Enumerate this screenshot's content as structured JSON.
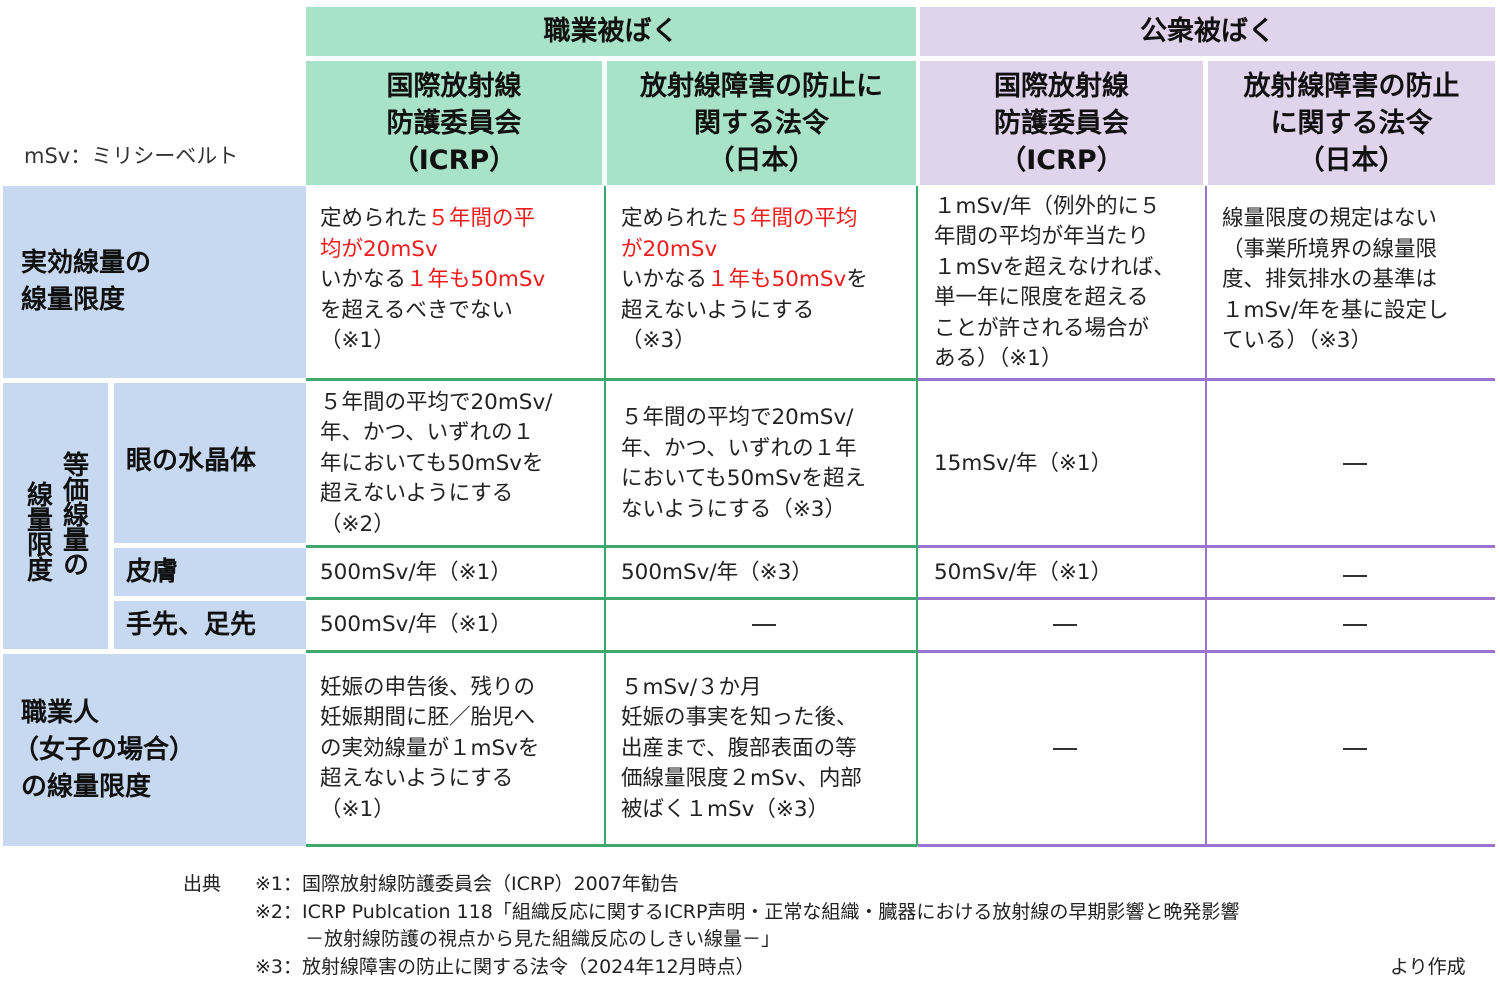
{
  "unit_note": "mSv：ミリシーベルト",
  "groups": {
    "occupational": "職業被ばく",
    "public": "公衆被ばく"
  },
  "columns": [
    {
      "lines": [
        "国際放射線",
        "防護委員会",
        "（ICRP）"
      ]
    },
    {
      "lines": [
        "放射線障害の防止に",
        "関する法令",
        "（日本）"
      ]
    },
    {
      "lines": [
        "国際放射線",
        "防護委員会",
        "（ICRP）"
      ]
    },
    {
      "lines": [
        "放射線障害の防止",
        "に関する法令",
        "（日本）"
      ]
    }
  ],
  "rows": {
    "effective": {
      "header": [
        "実効線量の",
        "線量限度"
      ],
      "cells": [
        {
          "l1a": "定められた",
          "l1b": "５年間の平",
          "l2": "均が20mSv",
          "l3a": "いかなる",
          "l3b": "１年も50mSv",
          "l4": "を超えるべきでない",
          "l5": "（※1）"
        },
        {
          "l1a": "定められた",
          "l1b": "５年間の平均",
          "l2": "が20mSv",
          "l3a": "いかなる",
          "l3b": "１年も50mSv",
          "l3c": "を",
          "l4": "超えないようにする",
          "l5": "（※3）"
        },
        {
          "lines": [
            "１mSv/年（例外的に５",
            "年間の平均が年当たり",
            "１mSvを超えなければ、",
            "単一年に限度を超える",
            "ことが許される場合が",
            "ある）（※1）"
          ]
        },
        {
          "lines": [
            "線量限度の規定はない",
            "（事業所境界の線量限",
            "度、排気排水の基準は",
            "１mSv/年を基に設定し",
            "ている）（※3）"
          ]
        }
      ]
    },
    "equivalent": {
      "group_header": [
        "等価線量の",
        "線量限度"
      ],
      "group_col1": "等価線量の",
      "group_col2": "線量限度",
      "lens": {
        "header": "眼の水晶体",
        "cells": [
          {
            "lines": [
              "５年間の平均で20mSv/",
              "年、かつ、いずれの１",
              "年においても50mSvを",
              "超えないようにする",
              "（※2）"
            ]
          },
          {
            "lines": [
              "５年間の平均で20mSv/",
              "年、かつ、いずれの１年",
              "においても50mSvを超え",
              "ないようにする（※3）"
            ]
          },
          {
            "lines": [
              "15mSv/年（※1）"
            ]
          },
          {
            "dash": "—"
          }
        ]
      },
      "skin": {
        "header": "皮膚",
        "cells": [
          {
            "lines": [
              "500mSv/年（※1）"
            ]
          },
          {
            "lines": [
              "500mSv/年（※3）"
            ]
          },
          {
            "lines": [
              "50mSv/年（※1）"
            ]
          },
          {
            "dash": "—"
          }
        ]
      },
      "extremities": {
        "header": "手先、足先",
        "cells": [
          {
            "lines": [
              "500mSv/年（※1）"
            ]
          },
          {
            "dash": "—"
          },
          {
            "dash": "—"
          },
          {
            "dash": "—"
          }
        ]
      }
    },
    "female": {
      "header": [
        "職業人",
        "（女子の場合）",
        "の線量限度"
      ],
      "cells": [
        {
          "lines": [
            "妊娠の申告後、残りの",
            "妊娠期間に胚／胎児へ",
            "の実効線量が１mSvを",
            "超えないようにする",
            "（※1）"
          ]
        },
        {
          "lines": [
            "５mSv/３か月",
            "妊娠の事実を知った後、",
            "出産まで、腹部表面の等",
            "価線量限度２mSv、内部",
            "被ばく１mSv（※3）"
          ]
        },
        {
          "dash": "—"
        },
        {
          "dash": "—"
        }
      ]
    }
  },
  "footer": {
    "label": "出典",
    "refs": [
      "※1：国際放射線防護委員会（ICRP）2007年勧告",
      "※2：ICRP Publcation 118「組織反応に関するICRP声明・正常な組織・臓器における放射線の早期影響と晩発影響",
      "－放射線防護の視点から見た組織反応のしきい線量－」",
      "※3：放射線障害の防止に関する法令（2024年12月時点）"
    ],
    "suffix": "より作成"
  },
  "colors": {
    "occupational_header": "#a8e2c8",
    "public_header": "#e0d3ec",
    "row_header": "#c6d9f0",
    "occupational_border": "#3fa86f",
    "public_border": "#9b74cf",
    "highlight": "#ee1c1c"
  }
}
